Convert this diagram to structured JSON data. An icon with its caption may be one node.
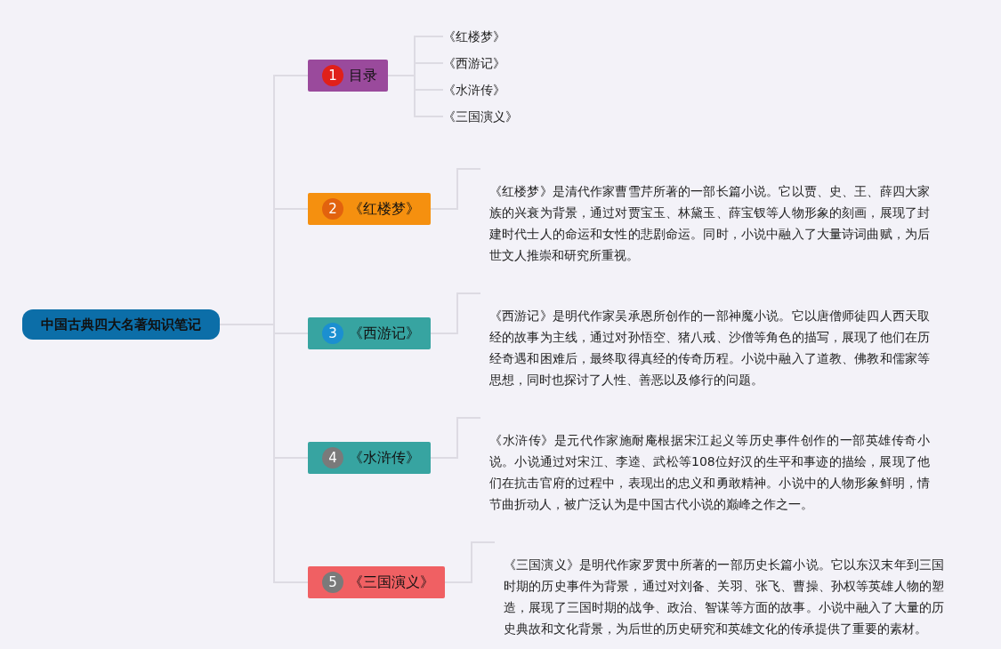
{
  "diagram": {
    "nodes": [
      {
        "text": [
          "中国古典四大名著知识笔记"
        ]
      },
      {
        "text": [
          "1",
          "目录"
        ]
      },
      {
        "text": [
          "2",
          "《红楼梦》"
        ]
      },
      {
        "text": [
          "3",
          "《西游记》"
        ]
      },
      {
        "text": [
          "4",
          "《水浒传》"
        ]
      },
      {
        "text": [
          "5",
          "《三国演义》"
        ]
      },
      {
        "text": [
          "《红楼梦》"
        ]
      },
      {
        "text": [
          "《西游记》"
        ]
      },
      {
        "text": [
          "《水浒传》"
        ]
      },
      {
        "text": [
          "《三国演义》"
        ]
      },
      {
        "text": [
          "《红楼梦》是清代作家曹雪芹所著的一部长篇小说。它以贾、史、王、薛四大家族的兴衰为背景，通过对贾宝玉、林黛玉、薛宝钗等人物形象的刻画，展现了封建时代士人的命运和女性的悲剧命运。同时，小说中融入了大量诗词曲赋，为后世文人推崇和研究所重视。"
        ]
      },
      {
        "text": [
          "《西游记》是明代作家吴承恩所创作的一部神魔小说。它以唐僧师徒四人西天取经的故事为主线，通过对孙悟空、猪八戒、沙僧等角色的描写，展现了他们在历经奇遇和困难后，最终取得真经的传奇历程。小说中融入了道教、佛教和儒家等思想，同时也探讨了人性、善恶以及修行的问题。"
        ]
      },
      {
        "text": [
          "《水浒传》是元代作家施耐庵根据宋江起义等历史事件创作的一部英雄传奇小说。小说通过对宋江、李逵、武松等108位好汉的生平和事迹的描绘，展现了他们在抗击官府的过程中，表现出的忠义和勇敢精神。小说中的人物形象鲜明，情节曲折动人，被广泛认为是中国古代小说的巅峰之作之一。"
        ]
      },
      {
        "text": [
          "《三国演义》是明代作家罗贯中所著的一部历史长篇小说。它以东汉末年到三国时期的历史事件为背景，通过对刘备、关羽、张飞、曹操、孙权等英雄人物的塑造，展现了三国时期的战争、政治、智谋等方面的故事。小说中融入了大量的历史典故和文化背景，为后世的历史研究和英雄文化的传承提供了重要的素材。"
        ]
      }
    ],
    "edges": [
      {
        "from": 0,
        "to": 1,
        "arrow": "none"
      },
      {
        "from": 0,
        "to": 2,
        "arrow": "none"
      },
      {
        "from": 0,
        "to": 3,
        "arrow": "none"
      },
      {
        "from": 0,
        "to": 4,
        "arrow": "none"
      },
      {
        "from": 0,
        "to": 5,
        "arrow": "none"
      },
      {
        "from": 1,
        "to": 6,
        "arrow": "none"
      },
      {
        "from": 1,
        "to": 7,
        "arrow": "none"
      },
      {
        "from": 1,
        "to": 8,
        "arrow": "none"
      },
      {
        "from": 1,
        "to": 9,
        "arrow": "none"
      },
      {
        "from": 2,
        "to": 10,
        "arrow": "none"
      },
      {
        "from": 3,
        "to": 11,
        "arrow": "none"
      },
      {
        "from": 4,
        "to": 12,
        "arrow": "none"
      },
      {
        "from": 5,
        "to": 13,
        "arrow": "none"
      }
    ]
  }
}
